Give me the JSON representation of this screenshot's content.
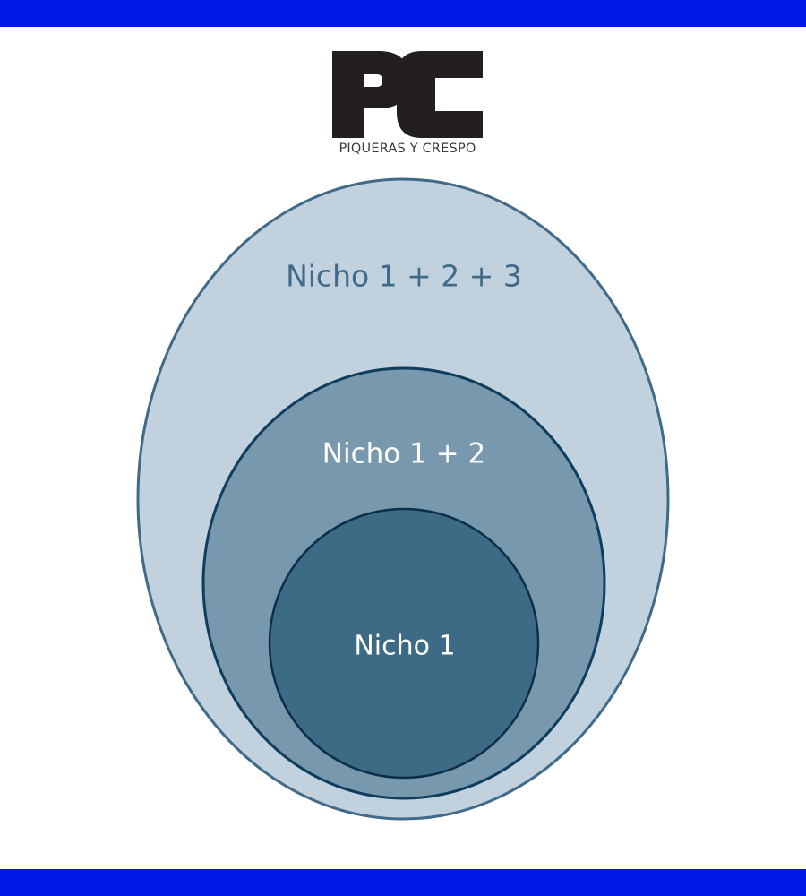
{
  "logo": {
    "mark_text": "PC",
    "caption": "PIQUERAS Y CRESPO"
  },
  "diagram": {
    "type": "nested-circles",
    "levels": [
      {
        "label": "Nicho 1 + 2 + 3",
        "fill": "#c1d1dd",
        "stroke": "#3f6a8a",
        "label_color": "#3f6a8a"
      },
      {
        "label": "Nicho 1 + 2",
        "fill": "#7798ad",
        "stroke": "#0e3d5e",
        "label_color": "#ffffff"
      },
      {
        "label": "Nicho 1",
        "fill": "#3d6a85",
        "stroke": "#0b2f48",
        "label_color": "#ffffff"
      }
    ]
  },
  "colors": {
    "frame_bar": "#0018e6",
    "logo": "#231f20"
  }
}
